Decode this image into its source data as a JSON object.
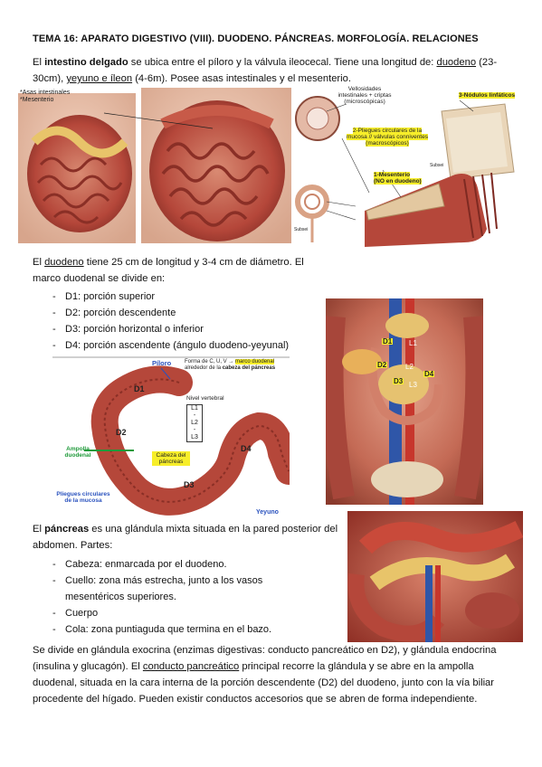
{
  "title": "TEMA 16: APARATO DIGESTIVO (VIII). DUODENO. PÁNCREAS. MORFOLOGÍA. RELACIONES",
  "intro": {
    "p1": "El ",
    "bold": "intestino delgado",
    "p2": " se ubica entre el píloro y la válvula ileocecal. Tiene una longitud de: ",
    "u1": "duodeno",
    "p3": " (23-30cm), ",
    "u2": "yeyuno e íleon",
    "p4": " (4-6m). Posee asas intestinales y el mesenterio."
  },
  "fig1": {
    "labels": [
      "*Asas intestinales",
      "*Mesenterio"
    ]
  },
  "fig2": {
    "label_villi": "Vellosidades intestinales + criptas (microscópicas)",
    "label_nodulos": "3-Nódulos linfáticos",
    "label_pliegues": "2-Pliegues circulares de la mucosa // válvulas conniventes (macroscópicos)",
    "label_mesenterio_1": "1-Mesenterio",
    "label_mesenterio_2": "(NO en duodeno)",
    "label_small_1": "Subsei",
    "label_small_2": "Subsei"
  },
  "duodeno_text": {
    "p1": "El ",
    "u1": "duodeno",
    "p2": " tiene 25 cm de longitud y 3-4 cm de diámetro. El marco duodenal se divide en:"
  },
  "duodeno_parts": [
    "D1: porción superior",
    "D2: porción descendente",
    "D3: porción horizontal o inferior",
    "D4: porción ascendente (ángulo duodeno-yeyunal)"
  ],
  "fig3": {
    "piloro": "Píloro",
    "forma_1": "Forma de C, U, V →",
    "forma_hl": "marco duodenal",
    "forma_2": "alrededor de la",
    "forma_b": "cabeza del páncreas",
    "nivel": "Nivel vertebral",
    "vertebrae": [
      "L1",
      "-",
      "L2",
      "-",
      "L3"
    ],
    "d1": "D1",
    "d2": "D2",
    "d3": "D3",
    "d4": "D4",
    "ampolla": "Ampolla duodenal",
    "cabeza": "Cabeza del páncreas",
    "pliegues": "Pliegues circulares de la mucosa",
    "yeyuno": "Yeyuno"
  },
  "fig4": {
    "d1": "D1",
    "l1": "L1",
    "d2": "D2",
    "l2": "L2",
    "d3": "D3",
    "d4": "D4",
    "l3": "L3"
  },
  "pancreas_text": {
    "p1": "El ",
    "bold": "páncreas",
    "p2": " es una glándula mixta situada en la pared posterior del abdomen. Partes:"
  },
  "pancreas_parts": [
    "Cabeza: enmarcada por el duodeno.",
    "Cuello: zona más estrecha, junto a los vasos mesentéricos superiores.",
    "Cuerpo",
    "Cola: zona puntiaguda que termina en el bazo."
  ],
  "final_text": {
    "p1": "Se divide en glándula exocrina (enzimas digestivas: conducto pancreático en D2), y glándula endocrina (insulina y glucagón). El ",
    "u1": "conducto pancreático",
    "p2": " principal recorre la glándula y se abre en la ampolla duodenal, situada en la cara interna de la porción descendente (D2) del duodeno, junto con la vía biliar procedente del hígado. Pueden existir conductos accesorios que se abren de forma independiente."
  },
  "colors": {
    "tissue": "#b5473a",
    "tissue_dark": "#7e2a22",
    "fat": "#e8c46a",
    "highlight": "#f7ee2a",
    "label_blue": "#2a52be"
  }
}
